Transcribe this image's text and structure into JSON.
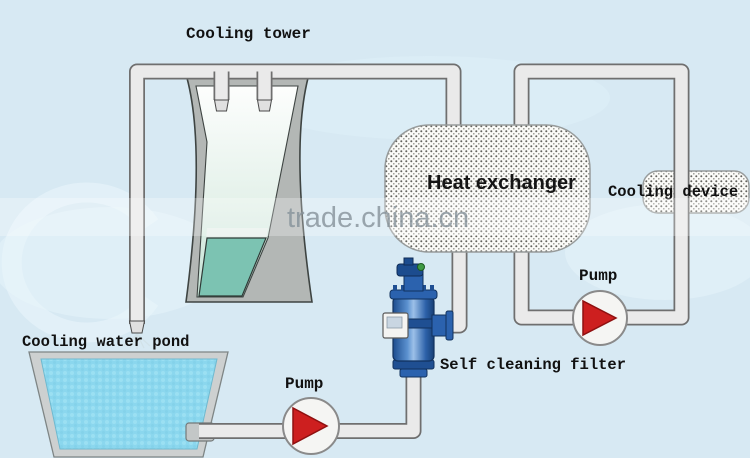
{
  "labels": {
    "cooling_tower": "Cooling tower",
    "heat_exchanger": "Heat exchanger",
    "cooling_device": "Cooling device",
    "pump_top_right": "Pump",
    "pump_bottom": "Pump",
    "cooling_water_pond": "Cooling water pond",
    "self_cleaning_filter": "Self cleaning filter"
  },
  "watermark": {
    "text": "trade.china.cn"
  },
  "colors": {
    "background": "#d7e9f3",
    "pipe_fill": "#eaeaea",
    "pipe_outline": "#6f6f6f",
    "pump_arrow_red": "#cd1f1f",
    "pond_water": "#8bd7ee",
    "tower_inner_teal": "#7cc3b2",
    "tower_body_gray": "#b3b7b5",
    "filter_blue": "#2b62ae",
    "exchanger_fill": "#fbfbf8",
    "label_text": "#111111",
    "watermark_gray": "#86929a"
  }
}
